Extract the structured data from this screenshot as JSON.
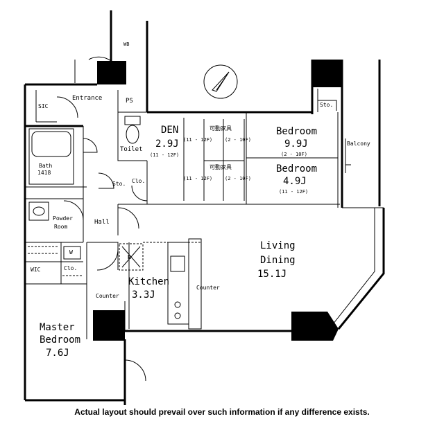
{
  "labels": {
    "wb": "WB",
    "entrance": "Entrance",
    "ps": "PS",
    "sic": "SIC",
    "sto_top": "Sto.",
    "balcony": "Balcony",
    "toilet": "Toilet",
    "den": "DEN",
    "den_size": "2.9J",
    "den_height": "(11 - 12F)",
    "storage1": "可動家具",
    "storage1_h1": "(11 - 12F)",
    "storage1_h2": "(2 - 10F)",
    "storage2": "可動家具",
    "storage2_h1": "(11 - 12F)",
    "storage2_h2": "(2 - 10F)",
    "bed1": "Bedroom",
    "bed1_size": "9.9J",
    "bed1_height": "(2 - 10F)",
    "bed2": "Bedroom",
    "bed2_size": "4.9J",
    "bed2_height": "(11 - 12F)",
    "bath": "Bath",
    "bath_size": "1418",
    "sto_mid": "Sto.",
    "clo_mid": "Clo.",
    "powder1": "Powder",
    "powder2": "Room",
    "hall": "Hall",
    "w": "W",
    "wic": "WIC",
    "clo_low": "Clo.",
    "living1": "Living",
    "living2": "Dining",
    "living_size": "15.1J",
    "kitchen": "Kitchen",
    "kitchen_size": "3.3J",
    "counter_left": "Counter",
    "counter_right": "Counter",
    "master1": "Master",
    "master2": "Bedroom",
    "master_size": "7.6J",
    "fridge": "R"
  },
  "disclaimer": "Actual layout should prevail over such information if any difference exists."
}
